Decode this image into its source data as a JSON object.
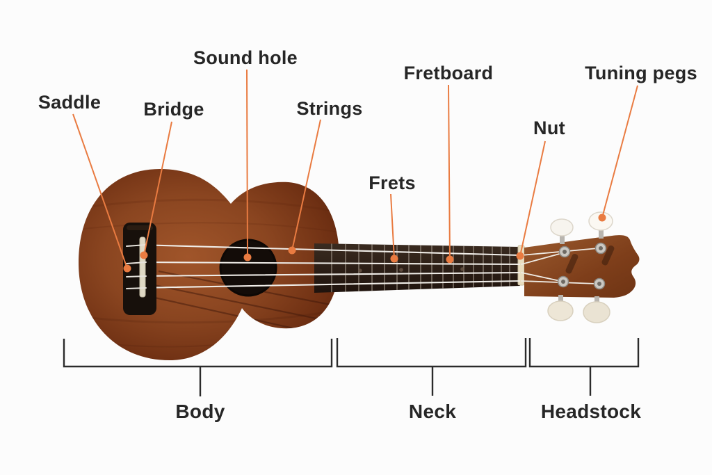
{
  "diagram": {
    "subject": "Ukulele parts diagram",
    "labels": {
      "saddle": "Saddle",
      "bridge": "Bridge",
      "sound_hole": "Sound hole",
      "strings": "Strings",
      "frets": "Frets",
      "fretboard": "Fretboard",
      "nut": "Nut",
      "tuning_pegs": "Tuning pegs"
    },
    "sections": {
      "body": "Body",
      "neck": "Neck",
      "headstock": "Headstock"
    },
    "colors": {
      "accent": "#E97B41",
      "label_text": "#262626",
      "bracket": "#2B2B2B",
      "background": "#FCFCFC",
      "body_wood": "#8A4520",
      "fretboard_wood": "#2E211A",
      "nut_saddle": "#E9DDC0",
      "strings": "#F0EDE8"
    }
  }
}
